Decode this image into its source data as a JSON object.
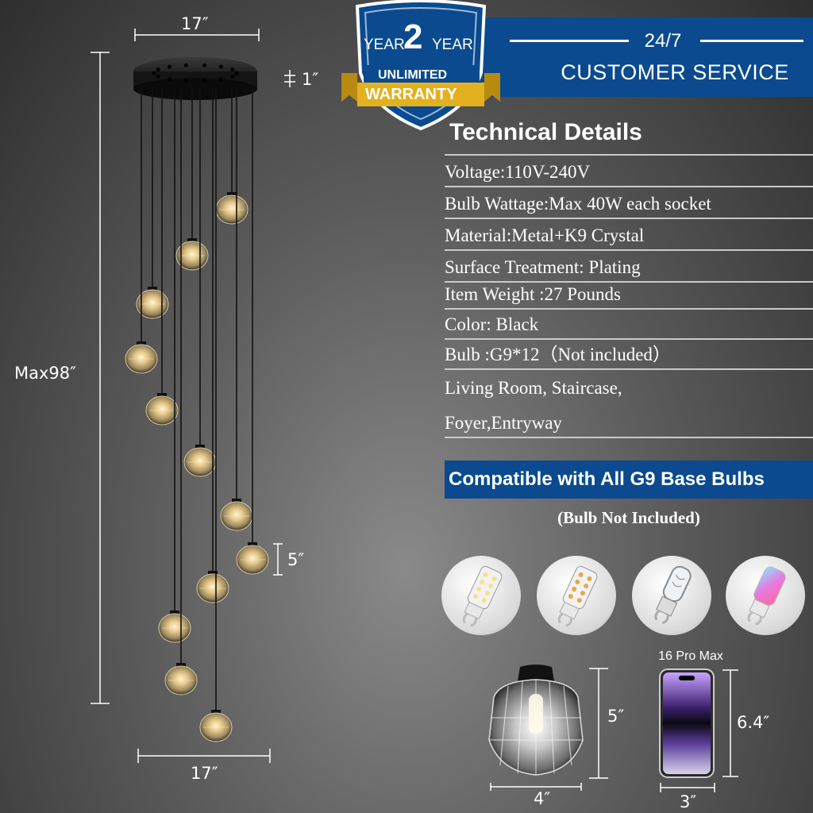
{
  "badge": {
    "year_left": "YEAR",
    "year_number": "2",
    "year_right": "YEAR",
    "unlimited": "UNLIMITED",
    "warranty": "WARRANTY"
  },
  "service": {
    "line1": "24/7",
    "line2": "CUSTOMER SERVICE"
  },
  "dimensions": {
    "top_width": "17″",
    "canopy_height": "1″",
    "max_height": "Max98″",
    "shade_height": "5″",
    "bottom_width": "17″",
    "bulb_height": "5″",
    "bulb_width": "4″",
    "phone_height": "6.4″",
    "phone_width": "3″"
  },
  "technical": {
    "title": "Technical Details",
    "rows": [
      "Voltage:110V-240V",
      "Bulb Wattage:Max 40W each socket",
      "Material:Metal+K9 Crystal",
      "Surface Treatment:  Plating",
      "Item Weight :27 Pounds",
      "Color: Black",
      "Bulb :G9*12（Not included）",
      "Living Room, Staircase,",
      "Foyer,Entryway"
    ]
  },
  "compatible": {
    "title": "Compatible with All G9 Base Bulbs",
    "note": "(Bulb Not Included)"
  },
  "phone": {
    "label": "16 Pro Max"
  },
  "bulbs": [
    {
      "name": "led-bulb-white-icon"
    },
    {
      "name": "led-bulb-warm-icon"
    },
    {
      "name": "halogen-bulb-icon"
    },
    {
      "name": "rgb-bulb-icon"
    }
  ],
  "colors": {
    "banner": "#0b4a8e",
    "gold": "#e3b020",
    "metal": "#1a1a1a"
  }
}
